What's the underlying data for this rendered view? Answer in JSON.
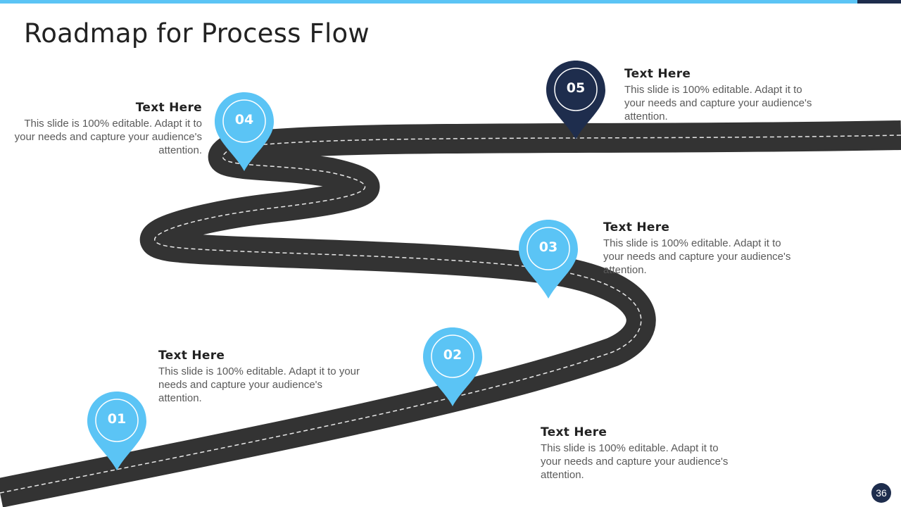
{
  "slide": {
    "title": "Roadmap for Process Flow",
    "page_number": "36"
  },
  "colors": {
    "accent_light": "#5bc4f5",
    "accent_dark": "#1e2d4d",
    "road": "#333333",
    "road_dash": "#e8e8e8"
  },
  "milestones": [
    {
      "number": "01",
      "heading": "Text Here",
      "body": "This slide is 100% editable. Adapt it to your needs and capture your audience's attention."
    },
    {
      "number": "02",
      "heading": "Text Here",
      "body": "This slide is 100% editable. Adapt it to your needs and capture your audience's attention."
    },
    {
      "number": "03",
      "heading": "Text Here",
      "body": "This slide is 100% editable. Adapt it to your needs and capture your audience's attention."
    },
    {
      "number": "04",
      "heading": "Text Here",
      "body": "This slide is 100% editable. Adapt it to your needs and capture your audience's attention."
    },
    {
      "number": "05",
      "heading": "Text Here",
      "body": "This slide is 100% editable. Adapt it to your needs and capture your audience's attention."
    }
  ]
}
